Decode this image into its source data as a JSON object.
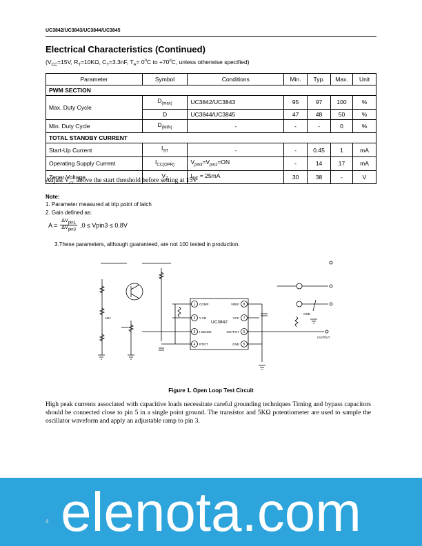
{
  "header": {
    "part_numbers": "UC3842/UC3843/UC3844/UC3845"
  },
  "title": "Electrical Characteristics (Continued)",
  "conditions": {
    "open": "(V",
    "vcc_sub": "CC",
    "t1": "=15V, R",
    "rt_sub": "T",
    "t2": "=10KΩ, C",
    "ct_sub": "T",
    "t3": "=3.3nF, T",
    "ta_sub": "A",
    "t4": "= 0",
    "deg1": "o",
    "t5": "C to +70",
    "deg2": "o",
    "t6": "C, unless otherwise specified)"
  },
  "table": {
    "headers": [
      "Parameter",
      "Symbol",
      "Conditions",
      "Min.",
      "Typ.",
      "Max.",
      "Unit"
    ],
    "pwm_section": "PWM SECTION",
    "max_duty": {
      "param": "Max. Duty Cycle",
      "row1": {
        "sym": "D",
        "sym_sub": "(max)",
        "cond": "UC3842/UC3843",
        "min": "95",
        "typ": "97",
        "max": "100",
        "unit": "%"
      },
      "row2": {
        "sym": "D",
        "cond": "UC3844/UC3845",
        "min": "47",
        "typ": "48",
        "max": "50",
        "unit": "%"
      }
    },
    "min_duty": {
      "param": "Min. Duty Cycle",
      "sym": "D",
      "sym_sub": "(MIN)",
      "cond": "-",
      "min": "-",
      "typ": "-",
      "max": "0",
      "unit": "%"
    },
    "standby_section": "TOTAL STANDBY CURRENT",
    "startup": {
      "param": "Start-Up Current",
      "sym": "I",
      "sym_sub": "ST",
      "cond": "-",
      "min": "-",
      "typ": "0.45",
      "max": "1",
      "unit": "mA"
    },
    "operating": {
      "param": "Operating Supply Current",
      "sym": "I",
      "sym_sub": "CC(OPR)",
      "cond_a": "V",
      "cond_sub1": "pin3",
      "cond_b": "=V",
      "cond_sub2": "pin2",
      "cond_c": "=ON",
      "min": "-",
      "typ": "14",
      "max": "17",
      "unit": "mA"
    },
    "zener": {
      "param": "Zener Voltage",
      "sym": "V",
      "sym_sub": "Z",
      "cond_a": "I",
      "cond_sub": "CC",
      "cond_b": " = 25mA",
      "min": "30",
      "typ": "38",
      "max": "-",
      "unit": "V"
    }
  },
  "adjust": {
    "a": "Adjust V",
    "sub": "CC",
    "b": " above the start threshold before setting at 15V"
  },
  "notes": {
    "heading": "Note:",
    "n1": "1.   Parameter measured at trip point of latch",
    "n2": "2.   Gain defined as:",
    "formula": {
      "lhs": "A =",
      "num": "ΔV",
      "num_sub": "pin1",
      "den": "ΔV",
      "den_sub": "pin3",
      "rhs": ",0 ≤ Vpin3 ≤ 0.8V"
    },
    "n3": "3.These parameters, although guaranteed, are not 100 tested in production."
  },
  "figure": {
    "chip_label": "UC3842",
    "caption": "Figure 1. Open Loop Test Circuit",
    "labels": {
      "output": "OUTPUT",
      "gnd": "GND",
      "adj": "ADJ",
      "pins_left": [
        "COMP",
        "V FB",
        "I SENSE",
        "RT/CT"
      ],
      "pins_right": [
        "VREF",
        "VCC",
        "OUTPUT",
        "GND"
      ],
      "pin_nums_left": [
        "1",
        "2",
        "3",
        "4"
      ],
      "pin_nums_right": [
        "8",
        "7",
        "6",
        "5"
      ]
    }
  },
  "body_text": "High peak currents associated with capacitive loads necessitate  careful  grounding techniques Timing and bypass capacitors should be connected close to pin 5 in a single point ground.  The transistor  and 5KΩ potentiometer  are used  to sample the oscillator waveform and apply an adjustable ramp to pin 3.",
  "page_number": "4",
  "watermark": "elenota.com",
  "colors": {
    "watermark_band": "#2ea4dc",
    "watermark_text": "#ffffff"
  }
}
